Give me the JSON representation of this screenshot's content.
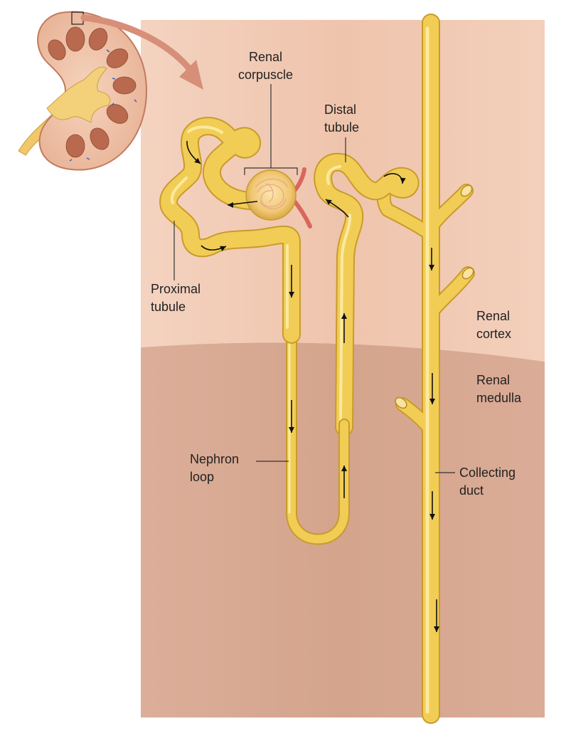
{
  "labels": {
    "renal_corpuscle": [
      "Renal",
      "corpuscle"
    ],
    "distal_tubule": [
      "Distal",
      "tubule"
    ],
    "proximal_tubule": [
      "Proximal",
      "tubule"
    ],
    "renal_cortex": [
      "Renal",
      "cortex"
    ],
    "renal_medulla": [
      "Renal",
      "medulla"
    ],
    "nephron_loop": [
      "Nephron",
      "loop"
    ],
    "collecting_duct": [
      "Collecting",
      "duct"
    ]
  },
  "colors": {
    "cortex": "#efc6ae",
    "medulla": "#d8a791",
    "tubule": "#f2cd55",
    "tubule_highlight": "#fbe9a0",
    "tubule_outline": "#c99b2a",
    "kidney_outer": "#cf8e73",
    "pyramid": "#b96b4f",
    "arrow": "#111111",
    "pointer_arrow": "#d78f79",
    "vessel": "#d9665d"
  }
}
